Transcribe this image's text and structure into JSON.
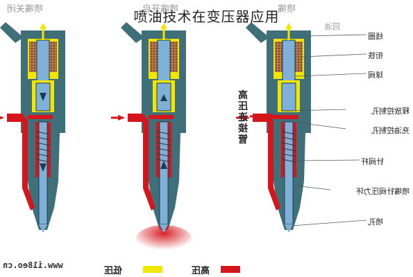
{
  "title": "喷油技术在变压器应用",
  "captions": {
    "closed": "喷嘴关闭",
    "opening": "喷嘴开启",
    "structure": "喷嘴"
  },
  "annotation_oil": "回油",
  "high_pressure_connector": "高压连接管",
  "labels": [
    "线圈",
    "衔铁",
    "球阀",
    "释放控制孔",
    "充油控制孔",
    "针阀杆",
    "喷嘴针阀压力环",
    "喷孔"
  ],
  "watermark_url": "www.i18eo.cn",
  "legend": {
    "low_label": "低压",
    "high_label": "高压",
    "low_color": "#f2e600",
    "high_color": "#d4161c"
  },
  "colors": {
    "body": "#3f6f78",
    "shell_dark": "#2f5a63",
    "fuel_high": "#d4161c",
    "fuel_low": "#f2e600",
    "needle": "#7fb1d8",
    "coil": "#b47a4a"
  }
}
